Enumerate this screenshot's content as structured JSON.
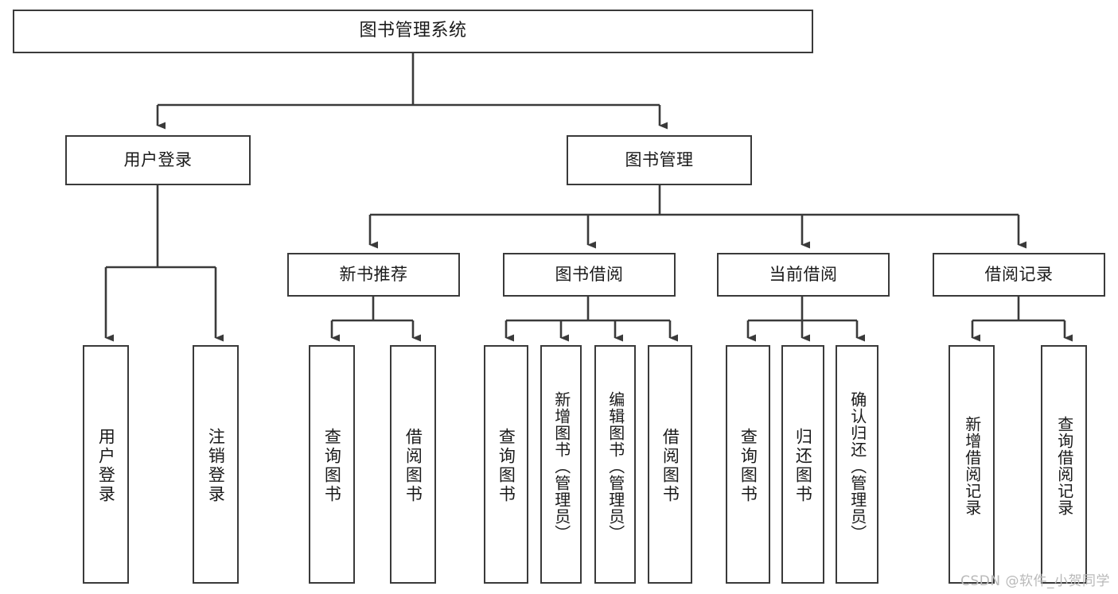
{
  "diagram": {
    "type": "tree",
    "title": "图书管理系统",
    "root": {
      "id": "root",
      "label": "图书管理系统",
      "orientation": "horizontal"
    },
    "level2": [
      {
        "id": "user-login",
        "label": "用户登录",
        "orientation": "horizontal"
      },
      {
        "id": "book-management",
        "label": "图书管理",
        "orientation": "horizontal"
      }
    ],
    "level3": [
      {
        "id": "new-book-recommend",
        "label": "新书推荐",
        "orientation": "horizontal",
        "parent": "book-management"
      },
      {
        "id": "book-borrow",
        "label": "图书借阅",
        "orientation": "horizontal",
        "parent": "book-management"
      },
      {
        "id": "current-borrow",
        "label": "当前借阅",
        "orientation": "horizontal",
        "parent": "book-management"
      },
      {
        "id": "borrow-record",
        "label": "借阅记录",
        "orientation": "horizontal",
        "parent": "book-management"
      }
    ],
    "leaves": [
      {
        "id": "leaf-user-login",
        "label": "用户登录",
        "orientation": "vertical",
        "parent": "user-login"
      },
      {
        "id": "leaf-logout-login",
        "label": "注销登录",
        "orientation": "vertical",
        "parent": "user-login"
      },
      {
        "id": "leaf-query-book-rec",
        "label": "查询图书",
        "orientation": "vertical",
        "parent": "new-book-recommend"
      },
      {
        "id": "leaf-borrow-book-rec",
        "label": "借阅图书",
        "orientation": "vertical",
        "parent": "new-book-recommend"
      },
      {
        "id": "leaf-query-book-borrow",
        "label": "查询图书",
        "orientation": "vertical",
        "parent": "book-borrow"
      },
      {
        "id": "leaf-add-book-admin",
        "label": "新增图书（管理员）",
        "orientation": "vertical",
        "parent": "book-borrow"
      },
      {
        "id": "leaf-edit-book-admin",
        "label": "编辑图书（管理员）",
        "orientation": "vertical",
        "parent": "book-borrow"
      },
      {
        "id": "leaf-borrow-book",
        "label": "借阅图书",
        "orientation": "vertical",
        "parent": "book-borrow"
      },
      {
        "id": "leaf-query-book-current",
        "label": "查询图书",
        "orientation": "vertical",
        "parent": "current-borrow"
      },
      {
        "id": "leaf-return-book",
        "label": "归还图书",
        "orientation": "vertical",
        "parent": "current-borrow"
      },
      {
        "id": "leaf-confirm-return-admin",
        "label": "确认归还（管理员）",
        "orientation": "vertical",
        "parent": "current-borrow"
      },
      {
        "id": "leaf-add-borrow-record",
        "label": "新增借阅记录",
        "orientation": "vertical",
        "parent": "borrow-record"
      },
      {
        "id": "leaf-query-borrow-record",
        "label": "查询借阅记录",
        "orientation": "vertical",
        "parent": "borrow-record"
      }
    ],
    "colors": {
      "stroke": "#3a3a3a",
      "fill": "#ffffff",
      "text": "#1a1a1a",
      "watermark": "#b9b9b9"
    }
  },
  "watermark": {
    "text": "CSDN @软件_小贺同学"
  }
}
